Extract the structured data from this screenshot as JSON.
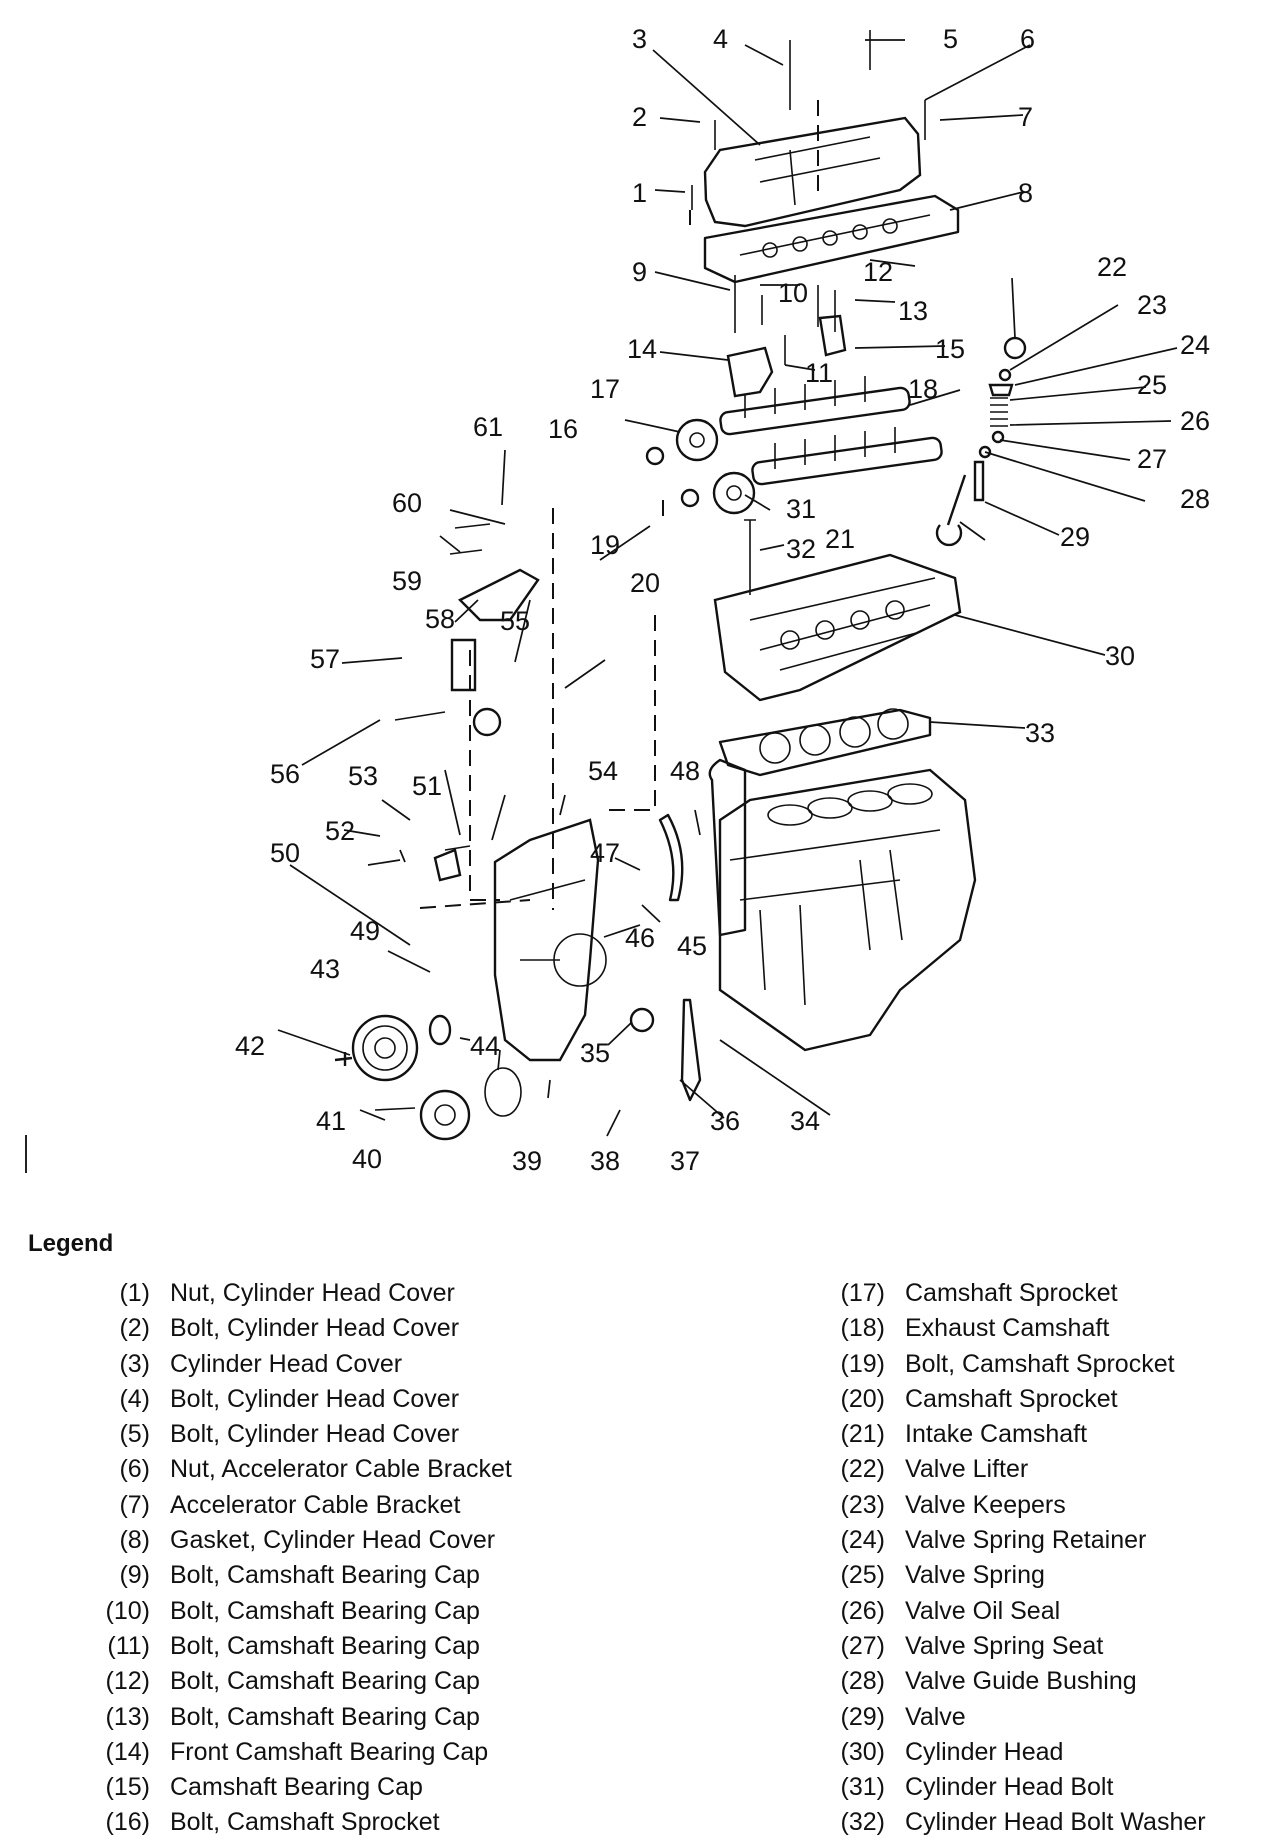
{
  "diagram": {
    "callouts": [
      "1",
      "2",
      "3",
      "4",
      "5",
      "6",
      "7",
      "8",
      "9",
      "10",
      "11",
      "12",
      "13",
      "14",
      "15",
      "16",
      "17",
      "18",
      "19",
      "20",
      "21",
      "22",
      "23",
      "24",
      "25",
      "26",
      "27",
      "28",
      "29",
      "30",
      "31",
      "32",
      "33",
      "34",
      "35",
      "36",
      "37",
      "38",
      "39",
      "40",
      "41",
      "42",
      "43",
      "44",
      "45",
      "46",
      "47",
      "48",
      "49",
      "50",
      "51",
      "52",
      "53",
      "54",
      "55",
      "56",
      "57",
      "58",
      "59",
      "60",
      "61"
    ]
  },
  "legend": {
    "title": "Legend",
    "items": [
      {
        "num": "(1)",
        "label": "Nut, Cylinder Head Cover"
      },
      {
        "num": "(2)",
        "label": "Bolt, Cylinder Head Cover"
      },
      {
        "num": "(3)",
        "label": "Cylinder Head Cover"
      },
      {
        "num": "(4)",
        "label": "Bolt, Cylinder Head Cover"
      },
      {
        "num": "(5)",
        "label": "Bolt, Cylinder Head Cover"
      },
      {
        "num": "(6)",
        "label": "Nut, Accelerator Cable Bracket"
      },
      {
        "num": "(7)",
        "label": "Accelerator Cable Bracket"
      },
      {
        "num": "(8)",
        "label": "Gasket, Cylinder Head Cover"
      },
      {
        "num": "(9)",
        "label": "Bolt, Camshaft Bearing Cap"
      },
      {
        "num": "(10)",
        "label": "Bolt, Camshaft Bearing Cap"
      },
      {
        "num": "(11)",
        "label": "Bolt, Camshaft Bearing Cap"
      },
      {
        "num": "(12)",
        "label": "Bolt, Camshaft Bearing Cap"
      },
      {
        "num": "(13)",
        "label": "Bolt, Camshaft Bearing Cap"
      },
      {
        "num": "(14)",
        "label": "Front Camshaft Bearing Cap"
      },
      {
        "num": "(15)",
        "label": "Camshaft Bearing Cap"
      },
      {
        "num": "(16)",
        "label": "Bolt, Camshaft Sprocket"
      },
      {
        "num": "(17)",
        "label": "Camshaft Sprocket"
      },
      {
        "num": "(18)",
        "label": "Exhaust Camshaft"
      },
      {
        "num": "(19)",
        "label": "Bolt, Camshaft Sprocket"
      },
      {
        "num": "(20)",
        "label": "Camshaft Sprocket"
      },
      {
        "num": "(21)",
        "label": "Intake Camshaft"
      },
      {
        "num": "(22)",
        "label": "Valve Lifter"
      },
      {
        "num": "(23)",
        "label": "Valve Keepers"
      },
      {
        "num": "(24)",
        "label": "Valve Spring Retainer"
      },
      {
        "num": "(25)",
        "label": "Valve Spring"
      },
      {
        "num": "(26)",
        "label": "Valve Oil Seal"
      },
      {
        "num": "(27)",
        "label": "Valve Spring Seat"
      },
      {
        "num": "(28)",
        "label": "Valve Guide Bushing"
      },
      {
        "num": "(29)",
        "label": "Valve"
      },
      {
        "num": "(30)",
        "label": "Cylinder Head"
      },
      {
        "num": "(31)",
        "label": "Cylinder Head Bolt"
      },
      {
        "num": "(32)",
        "label": "Cylinder Head Bolt Washer"
      }
    ]
  }
}
